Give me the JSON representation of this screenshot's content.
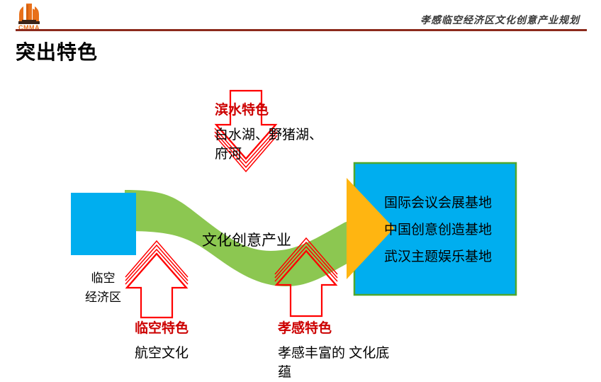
{
  "header": {
    "logo_name": "cmma-logo",
    "logo_text": "CMMA",
    "title": "孝感临空经济区文化创意产业规划",
    "rule_color": "#8C2A1C"
  },
  "page": {
    "title": "突出特色"
  },
  "colors": {
    "blue": "#00AEEF",
    "green": "#8CC751",
    "green_border": "#4EA72E",
    "orange": "#FFB511",
    "red": "#FF0000",
    "label_red": "#CC0000",
    "logo_orange": "#E8701A",
    "logo_dark": "#3B2418"
  },
  "diagram": {
    "left_box": {
      "label": "临空\n经济区",
      "lines": [
        "临空",
        "经济区"
      ]
    },
    "band": {
      "label": "文化创意产业"
    },
    "right_box": {
      "lines": [
        "国际会议会展基地",
        "中国创意创造基地",
        "武汉主题娱乐基地"
      ]
    },
    "annotations": [
      {
        "id": "waterfront",
        "position": "top",
        "heading": "滨水特色",
        "body": "白水湖、野猪湖、府河",
        "arrow": "down-arrow"
      },
      {
        "id": "airport-economy",
        "position": "bottom-left",
        "heading": "临空特色",
        "body": "航空文化",
        "arrow": "up-arrow"
      },
      {
        "id": "xiaogan-culture",
        "position": "bottom-middle",
        "heading": "孝感特色",
        "body": "孝感丰富的\n文化底蕴",
        "arrow": "up-arrow"
      }
    ]
  }
}
